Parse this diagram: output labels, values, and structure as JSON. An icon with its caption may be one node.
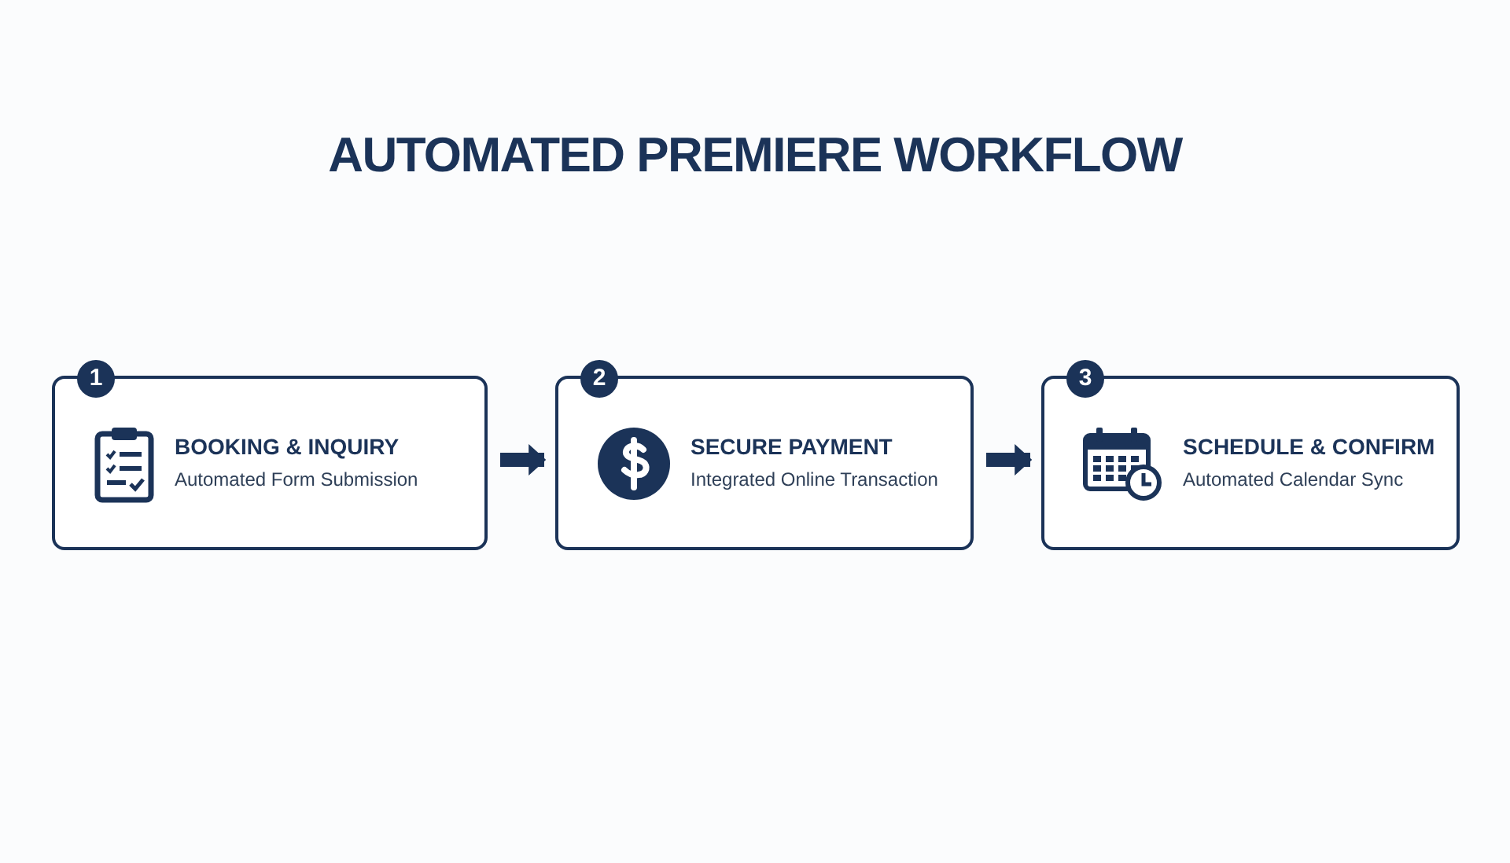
{
  "diagram": {
    "title": "AUTOMATED PREMIERE WORKFLOW",
    "nodes": [
      {
        "text": [
          "1",
          "BOOKING & INQUIRY",
          "Automated Form Submission"
        ]
      },
      {
        "text": [
          "2",
          "SECURE PAYMENT",
          "Integrated Online Transaction"
        ]
      },
      {
        "text": [
          "3",
          "SCHEDULE & CONFIRM",
          "Automated Calendar Sync"
        ]
      }
    ],
    "edges": [
      {
        "from": 0,
        "to": 1,
        "arrow": "to"
      },
      {
        "from": 1,
        "to": 2,
        "arrow": "to"
      }
    ]
  }
}
